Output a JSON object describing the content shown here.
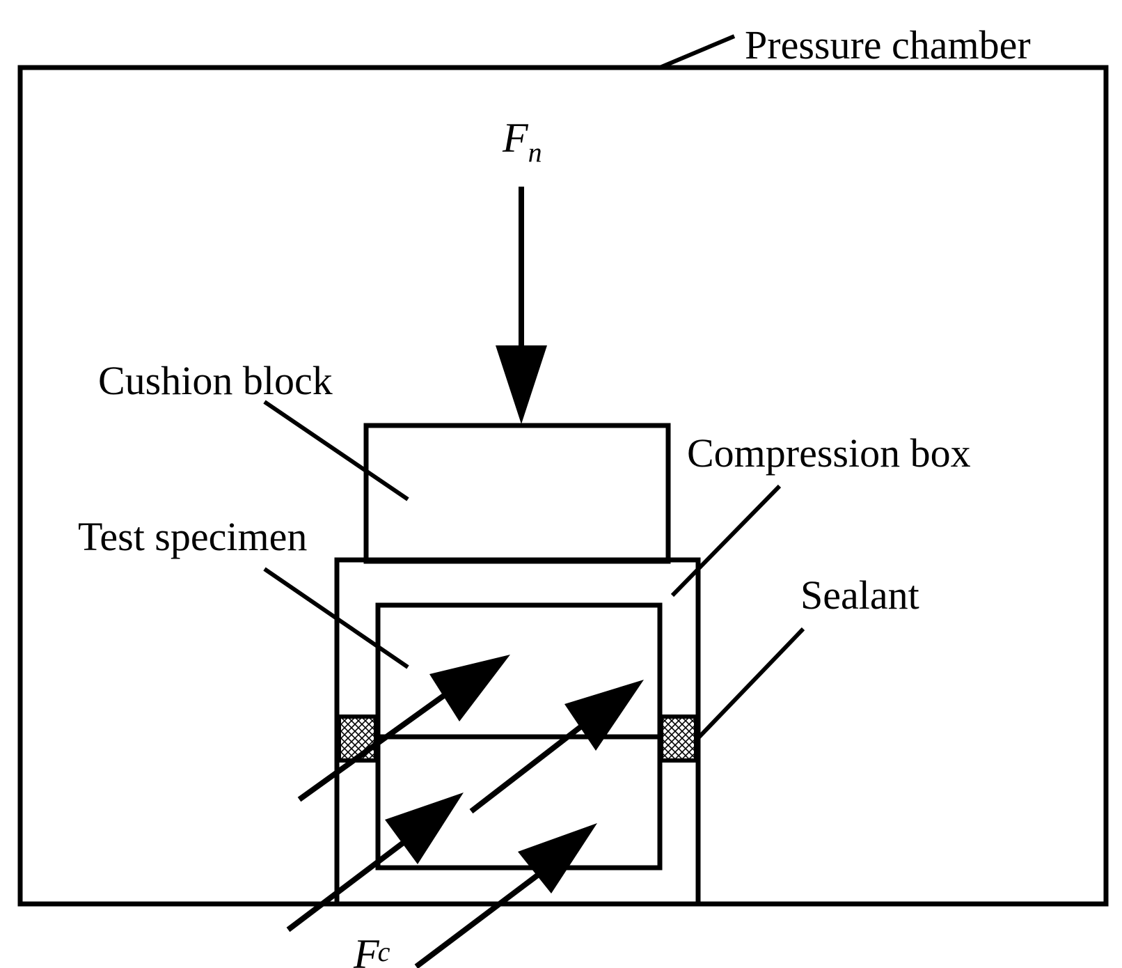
{
  "labels": {
    "pressure_chamber": "Pressure chamber",
    "cushion_block": "Cushion block",
    "compression_box": "Compression box",
    "test_specimen": "Test specimen",
    "sealant": "Sealant"
  },
  "forces": {
    "normal": {
      "symbol": "F",
      "subscript": "n"
    },
    "confining": {
      "symbol": "F",
      "subscript": "c"
    }
  }
}
